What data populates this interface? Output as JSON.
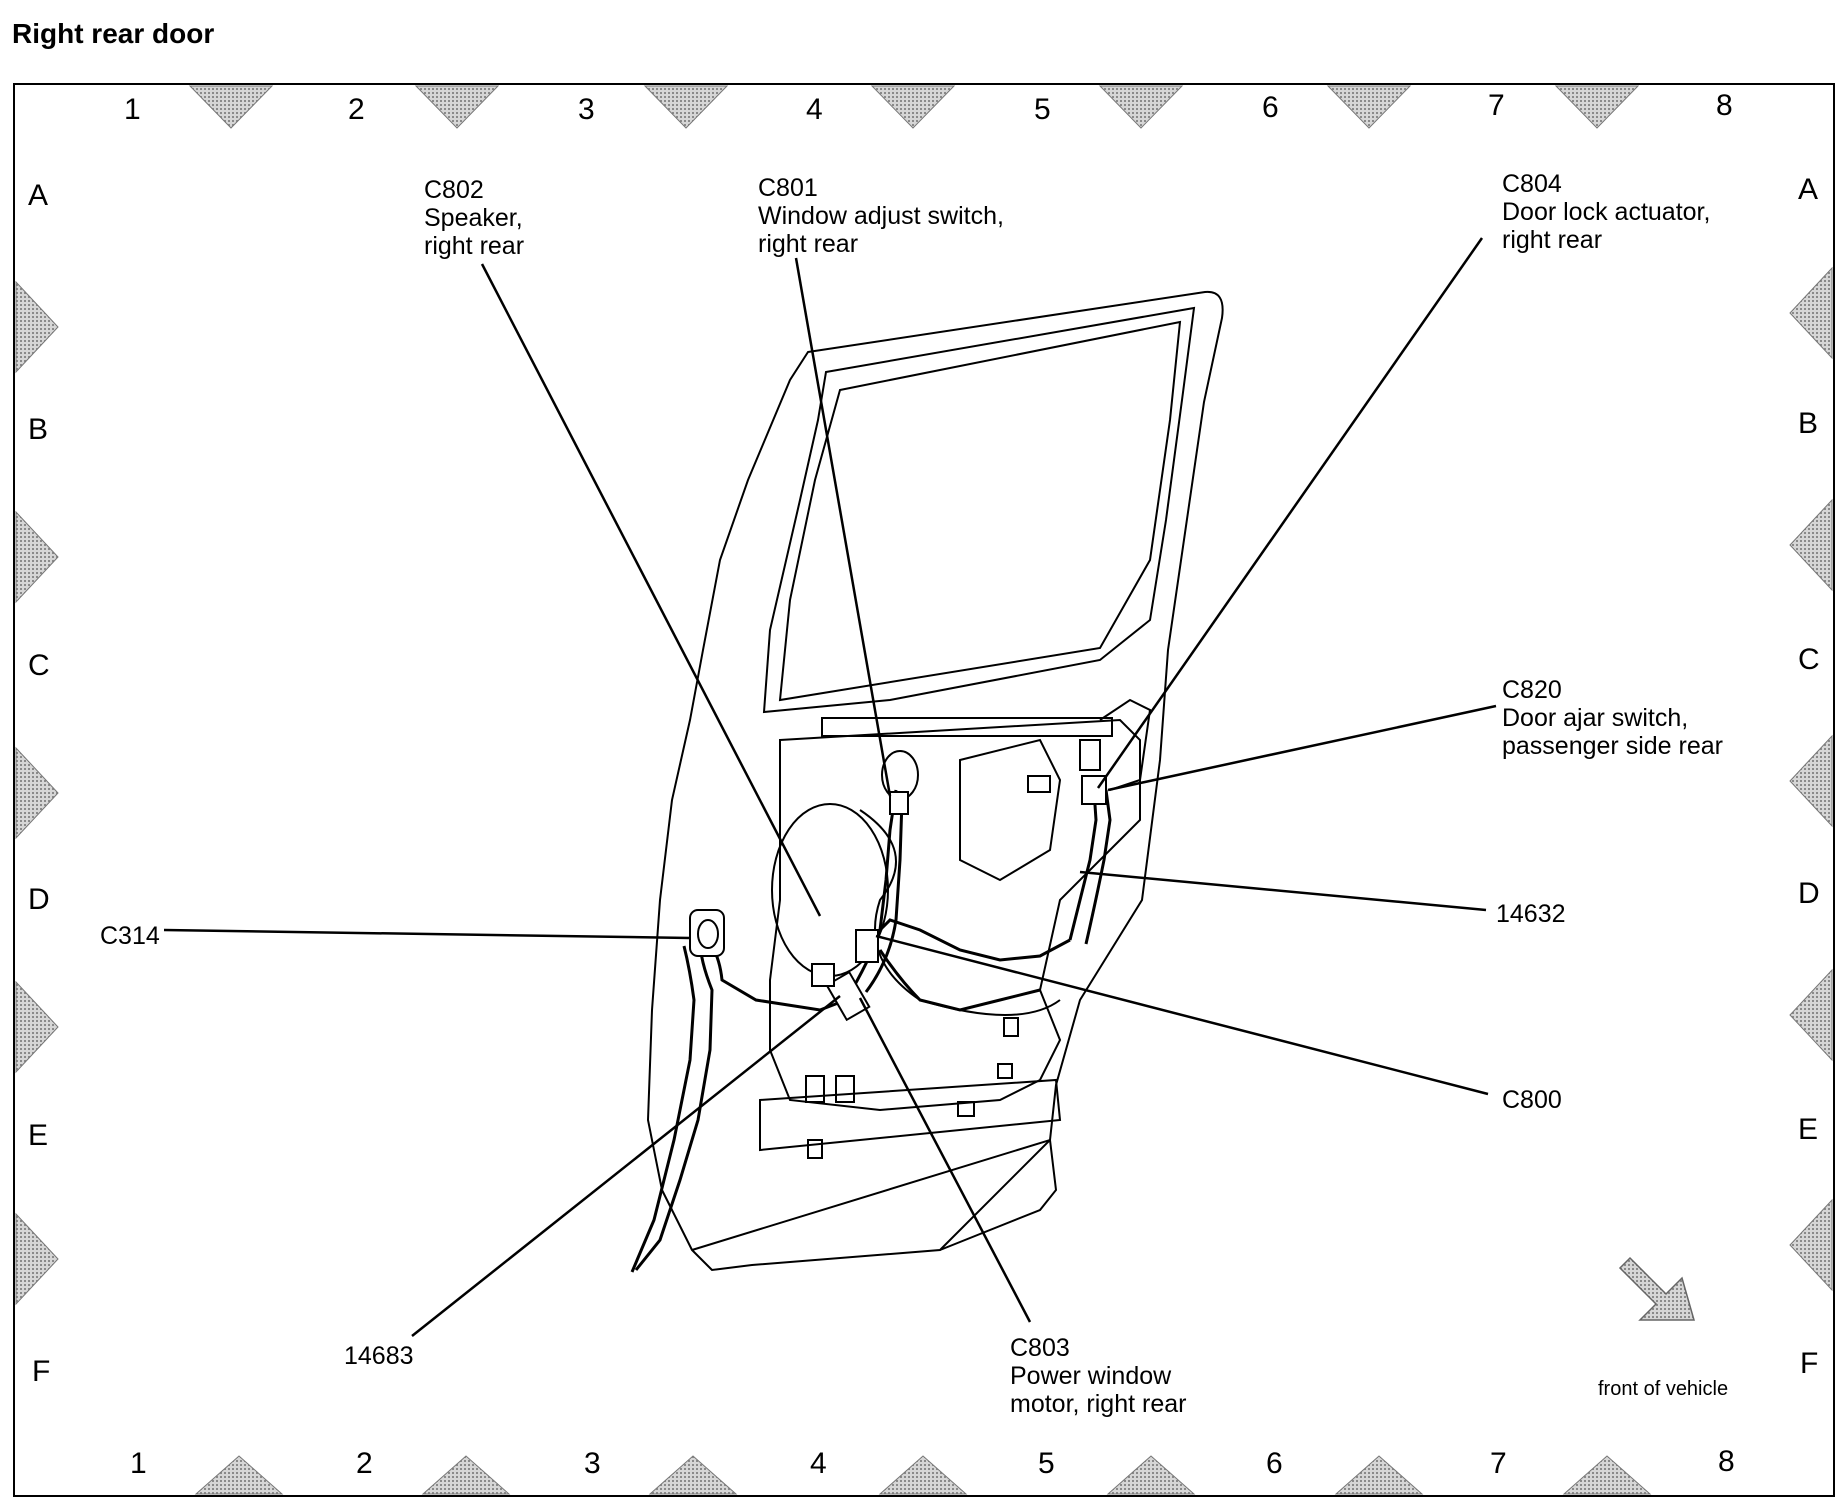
{
  "title": "Right rear door",
  "grid": {
    "columns": [
      "1",
      "2",
      "3",
      "4",
      "5",
      "6",
      "7",
      "8"
    ],
    "rows": [
      "A",
      "B",
      "C",
      "D",
      "E",
      "F"
    ]
  },
  "callouts": {
    "c802": {
      "id": "C802",
      "line1": "Speaker,",
      "line2": "right rear"
    },
    "c801": {
      "id": "C801",
      "line1": "Window adjust switch,",
      "line2": "right rear"
    },
    "c804": {
      "id": "C804",
      "line1": "Door lock actuator,",
      "line2": "right rear"
    },
    "c820": {
      "id": "C820",
      "line1": "Door ajar switch,",
      "line2": "passenger side rear"
    },
    "n14632": {
      "id": "14632"
    },
    "c314": {
      "id": "C314"
    },
    "c800": {
      "id": "C800"
    },
    "n14683": {
      "id": "14683"
    },
    "c803": {
      "id": "C803",
      "line1": "Power window",
      "line2": "motor, right rear"
    }
  },
  "orientation": {
    "label": "front of vehicle"
  }
}
